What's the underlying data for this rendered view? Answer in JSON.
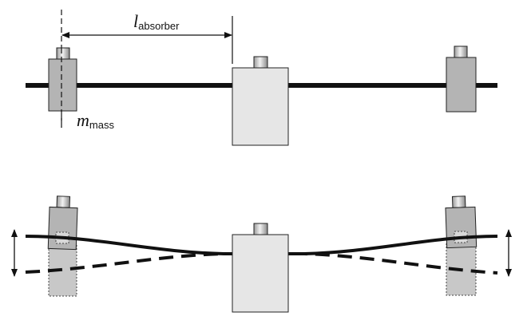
{
  "labels": {
    "absorber_length_symbol": "l",
    "absorber_length_subscript": "absorber",
    "mass_symbol": "m",
    "mass_subscript": "mass"
  },
  "colors": {
    "beam": "#111111",
    "mass_block": "#b4b4b4",
    "absorber_block": "#e6e6e6",
    "outline": "#222222",
    "cap": "#d0d0d0"
  }
}
